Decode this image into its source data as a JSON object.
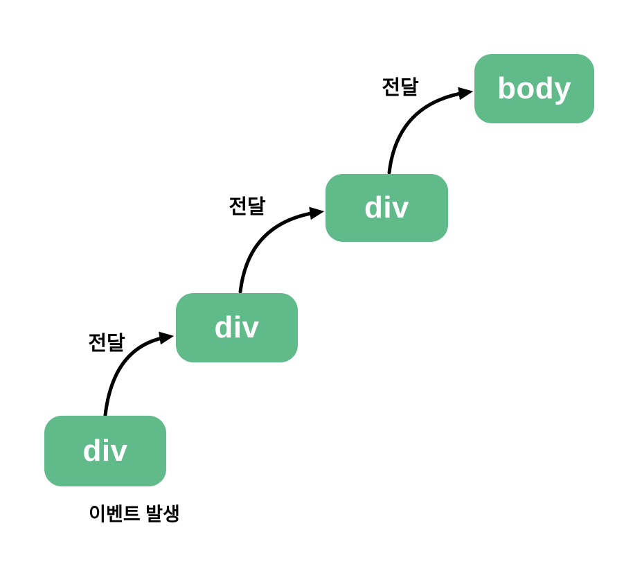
{
  "diagram": {
    "title_hint": "event-bubbling-propagation",
    "colors": {
      "background": "#ffffff",
      "node_fill": "#61ba89",
      "node_text": "#ffffff",
      "arrow": "#000000",
      "label_text": "#000000"
    },
    "nodes": [
      {
        "id": "div-1",
        "label": "div"
      },
      {
        "id": "div-2",
        "label": "div"
      },
      {
        "id": "div-3",
        "label": "div"
      },
      {
        "id": "body",
        "label": "body"
      }
    ],
    "arrows": [
      {
        "from": "div-1",
        "to": "div-2",
        "label": "전달"
      },
      {
        "from": "div-2",
        "to": "div-3",
        "label": "전달"
      },
      {
        "from": "div-3",
        "to": "body",
        "label": "전달"
      }
    ],
    "caption": "이벤트 발생"
  }
}
